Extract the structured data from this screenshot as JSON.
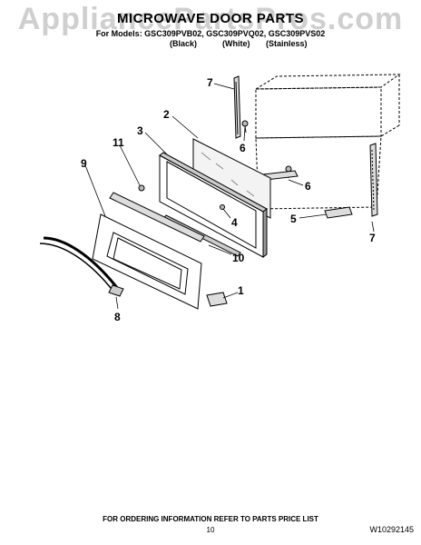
{
  "watermark": "AppliancePartsPros.com",
  "title": "MICROWAVE DOOR PARTS",
  "models_line": "For Models: GSC309PVB02, GSC309PVQ02, GSC309PVS02",
  "color_labels": [
    "(Black)",
    "(White)",
    "(Stainless)"
  ],
  "callouts": [
    "7",
    "2",
    "3",
    "6",
    "11",
    "9",
    "6",
    "4",
    "5",
    "7",
    "10",
    "1",
    "8"
  ],
  "footer": {
    "ordering_info": "FOR ORDERING INFORMATION REFER TO PARTS PRICE LIST",
    "page_number": "10",
    "document_number": "W10292145"
  }
}
